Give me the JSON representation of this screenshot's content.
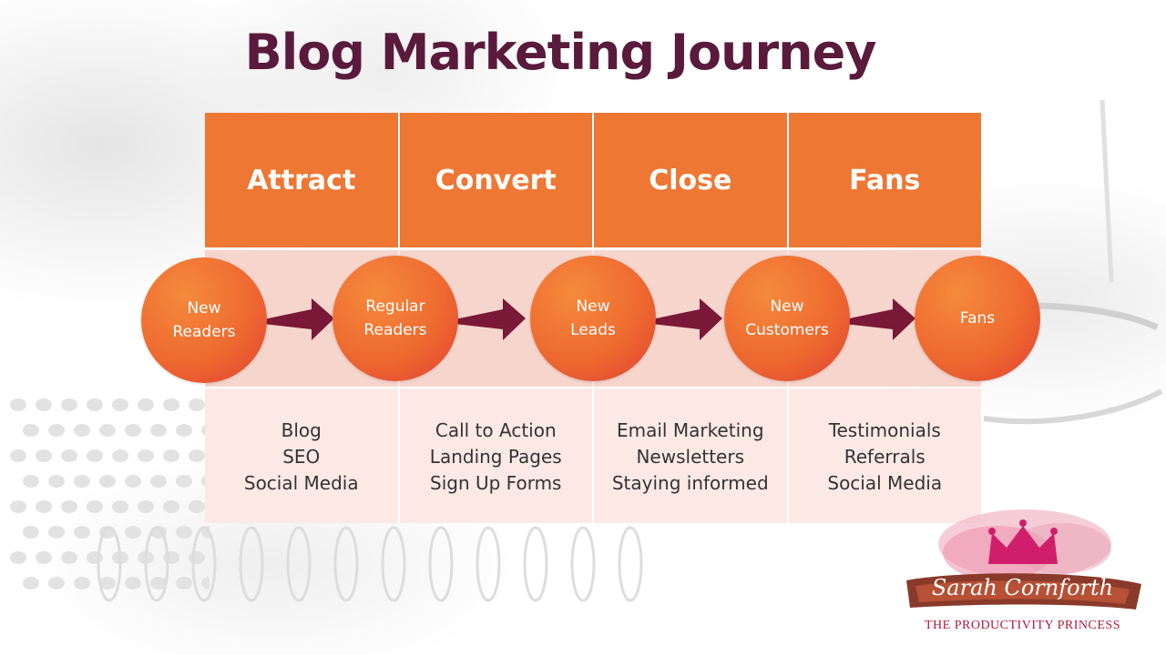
{
  "title": "Blog Marketing Journey",
  "colors": {
    "title": "#5a1a3c",
    "header": "#ee7733",
    "band": "#f6d5cd",
    "detail": "#fce9e5",
    "circle": "#ee6a30",
    "arrow": "#7a1838"
  },
  "phases": [
    {
      "name": "Attract",
      "tactics": [
        "Blog",
        "SEO",
        "Social Media"
      ]
    },
    {
      "name": "Convert",
      "tactics": [
        "Call to Action",
        "Landing Pages",
        "Sign Up Forms"
      ]
    },
    {
      "name": "Close",
      "tactics": [
        "Email Marketing",
        "Newsletters",
        "Staying informed"
      ]
    },
    {
      "name": "Fans",
      "tactics": [
        "Testimonials",
        "Referrals",
        "Social Media"
      ]
    }
  ],
  "stages": [
    {
      "lines": [
        "New",
        "Readers"
      ]
    },
    {
      "lines": [
        "Regular",
        "Readers"
      ]
    },
    {
      "lines": [
        "New",
        "Leads"
      ]
    },
    {
      "lines": [
        "New",
        "Customers"
      ]
    },
    {
      "lines": [
        "Fans"
      ]
    }
  ],
  "logo": {
    "name": "Sarah Cornforth",
    "tagline": "THE PRODUCTIVITY PRINCESS"
  }
}
